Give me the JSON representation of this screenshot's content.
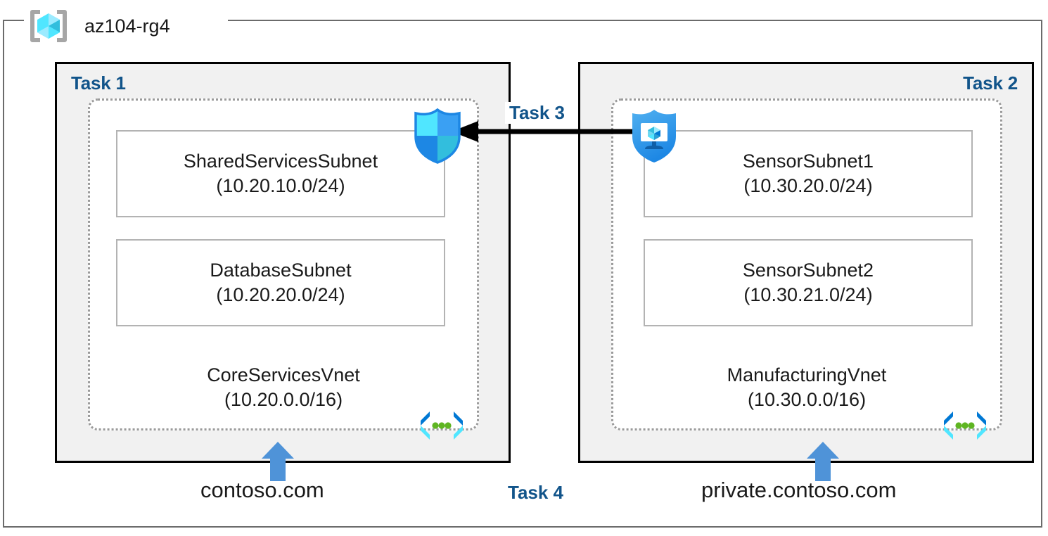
{
  "diagram": {
    "resource_group": {
      "name": "az104-rg4",
      "icon": "resource-group-cube-icon"
    },
    "accent_color": "#11548a",
    "panels": [
      {
        "id": "task1",
        "label": "Task 1",
        "label_align": "left",
        "vnet": {
          "name": "CoreServicesVnet",
          "cidr": "(10.20.0.0/16)",
          "icon": "virtual-network-icon",
          "subnets": [
            {
              "name": "SharedServicesSubnet",
              "cidr": "(10.20.10.0/24)"
            },
            {
              "name": "DatabaseSubnet",
              "cidr": "(10.20.20.0/24)"
            }
          ]
        },
        "dns_zone": "contoso.com"
      },
      {
        "id": "task2",
        "label": "Task 2",
        "label_align": "right",
        "vnet": {
          "name": "ManufacturingVnet",
          "cidr": "(10.30.0.0/16)",
          "icon": "virtual-network-icon",
          "subnets": [
            {
              "name": "SensorSubnet1",
              "cidr": "(10.30.20.0/24)"
            },
            {
              "name": "SensorSubnet2",
              "cidr": "(10.30.21.0/24)"
            }
          ]
        },
        "dns_zone": "private.contoso.com"
      }
    ],
    "connections": [
      {
        "id": "task3",
        "label": "Task 3",
        "direction": "right-to-left",
        "from_icon": "vm-shield-icon",
        "to_icon": "network-security-shield-icon"
      }
    ],
    "annotations": [
      {
        "id": "task4",
        "label": "Task 4"
      }
    ],
    "colors": {
      "task_label": "#11548a",
      "panel_fill": "#f1f1f1",
      "panel_border": "#000000",
      "vnet_border": "#9a9a9a",
      "subnet_border": "#b3b3b3",
      "dns_arrow": "#4f93d8",
      "shield_blue": "#1d87e4",
      "shield_cyan": "#50e6ff",
      "vnet_glyph_blue": "#0078d4",
      "vnet_glyph_cyan": "#50e6ff",
      "vnet_glyph_dot": "#5fb522"
    }
  }
}
